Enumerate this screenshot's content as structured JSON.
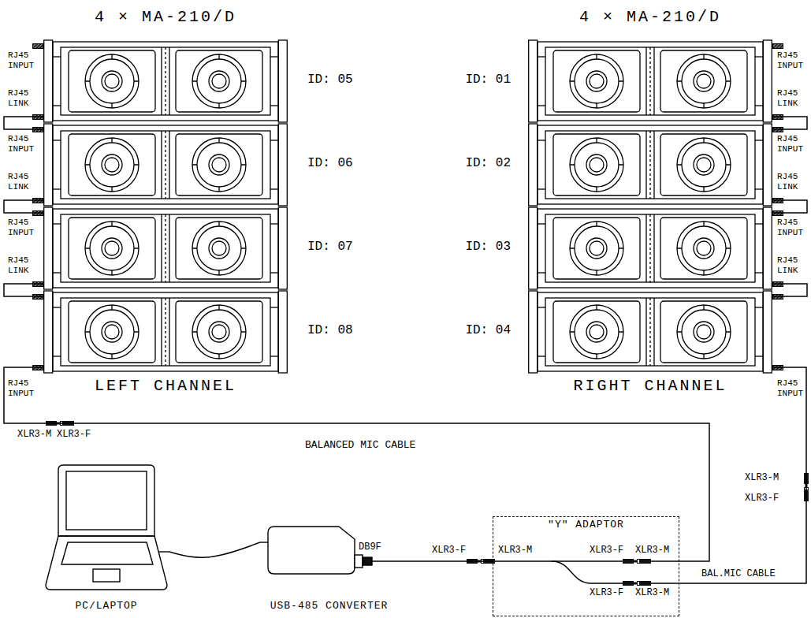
{
  "diagram": {
    "nodes": [
      {
        "text": [
          "4 × MA-210/D",
          "LEFT CHANNEL"
        ]
      },
      {
        "text": [
          "ID: 05"
        ],
        "in": 0
      },
      {
        "text": [
          "ID: 06"
        ],
        "in": 0
      },
      {
        "text": [
          "ID: 07"
        ],
        "in": 0
      },
      {
        "text": [
          "ID: 08"
        ],
        "in": 0
      },
      {
        "text": [
          "4 × MA-210/D",
          "RIGHT CHANNEL"
        ]
      },
      {
        "text": [
          "ID: 01"
        ],
        "in": 5
      },
      {
        "text": [
          "ID: 02"
        ],
        "in": 5
      },
      {
        "text": [
          "ID: 03"
        ],
        "in": 5
      },
      {
        "text": [
          "ID: 04"
        ],
        "in": 5
      },
      {
        "text": [
          "PC/LAPTOP"
        ]
      },
      {
        "text": [
          "USB-485 CONVERTER"
        ]
      },
      {
        "text": [
          "\"Y\" ADAPTOR"
        ]
      }
    ],
    "edges": [
      {
        "from": 1,
        "to": 2,
        "arrow": "none"
      },
      {
        "from": 2,
        "to": 3,
        "arrow": "none"
      },
      {
        "from": 3,
        "to": 4,
        "arrow": "none"
      },
      {
        "from": 6,
        "to": 7,
        "arrow": "none"
      },
      {
        "from": 7,
        "to": 8,
        "arrow": "none"
      },
      {
        "from": 8,
        "to": 9,
        "arrow": "none"
      },
      {
        "from": 10,
        "to": 11,
        "arrow": "none"
      },
      {
        "from": 11,
        "to": 12,
        "arrow": "none"
      },
      {
        "from": 12,
        "to": 4,
        "label": "BALANCED MIC CABLE",
        "arrow": "none"
      },
      {
        "from": 12,
        "to": 9,
        "label": "BAL.MIC CABLE",
        "arrow": "none"
      }
    ],
    "labels": [
      "RJ45 INPUT",
      "RJ45 LINK",
      "RJ45 INPUT",
      "RJ45 LINK",
      "RJ45 INPUT",
      "RJ45 LINK",
      "RJ45 INPUT",
      "RJ45 INPUT",
      "RJ45 LINK",
      "RJ45 INPUT",
      "RJ45 LINK",
      "RJ45 INPUT",
      "RJ45 LINK",
      "RJ45 INPUT",
      "XLR3-M",
      "XLR3-F",
      "XLR3-M",
      "XLR3-F",
      "DB9F",
      "XLR3-F",
      "XLR3-M",
      "XLR3-F",
      "XLR3-M",
      "XLR3-F",
      "XLR3-M"
    ]
  }
}
